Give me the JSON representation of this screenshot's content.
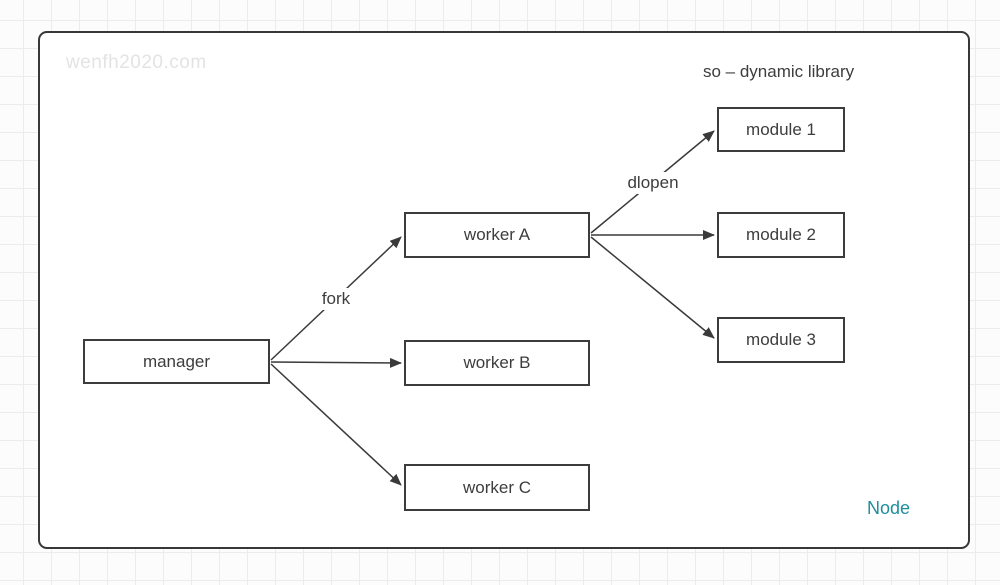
{
  "watermark": "wenfh2020.com",
  "title": "so – dynamic library",
  "corner_label": "Node",
  "colors": {
    "accent_teal": "#1f8e9b",
    "line": "#3a3a3a",
    "box_border": "#3c3c3c",
    "watermark_gray": "#e3e3e3",
    "grid_line": "#ececec"
  },
  "nodes": {
    "manager": {
      "label": "manager"
    },
    "worker_a": {
      "label": "worker A"
    },
    "worker_b": {
      "label": "worker B"
    },
    "worker_c": {
      "label": "worker C"
    },
    "module_1": {
      "label": "module 1"
    },
    "module_2": {
      "label": "module 2"
    },
    "module_3": {
      "label": "module 3"
    }
  },
  "edge_labels": {
    "fork": "fork",
    "dlopen": "dlopen"
  },
  "edges": [
    {
      "from": "manager",
      "to": "worker_a",
      "label": "fork"
    },
    {
      "from": "manager",
      "to": "worker_b",
      "label": ""
    },
    {
      "from": "manager",
      "to": "worker_c",
      "label": ""
    },
    {
      "from": "worker_a",
      "to": "module_1",
      "label": "dlopen"
    },
    {
      "from": "worker_a",
      "to": "module_2",
      "label": ""
    },
    {
      "from": "worker_a",
      "to": "module_3",
      "label": ""
    }
  ]
}
